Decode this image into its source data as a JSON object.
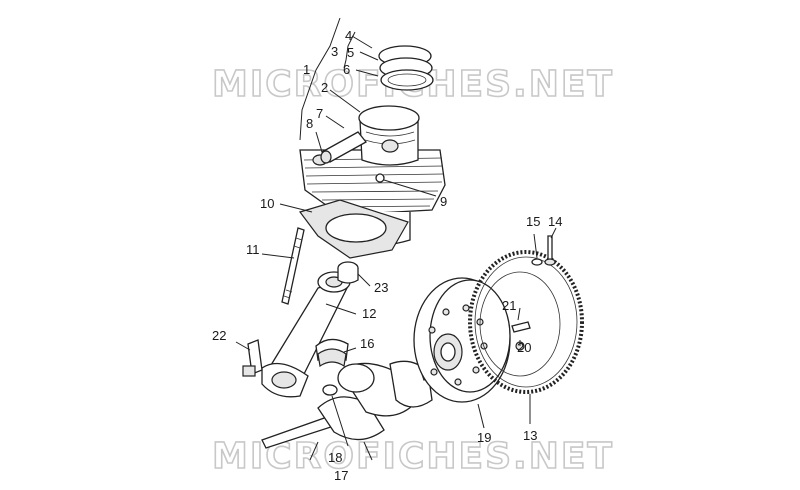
{
  "watermark": {
    "text": "MICROFICHES.NET",
    "color": "#c8c8c8"
  },
  "labels": {
    "p1": "1",
    "p2": "2",
    "p3": "3",
    "p4": "4",
    "p5": "5",
    "p6": "6",
    "p7": "7",
    "p8": "8",
    "p9": "9",
    "p10": "10",
    "p11": "11",
    "p12": "12",
    "p13": "13",
    "p14": "14",
    "p15": "15",
    "p16": "16",
    "p17": "17",
    "p18": "18",
    "p19": "19",
    "p20": "20",
    "p21": "21",
    "p22": "22",
    "p23": "23"
  }
}
